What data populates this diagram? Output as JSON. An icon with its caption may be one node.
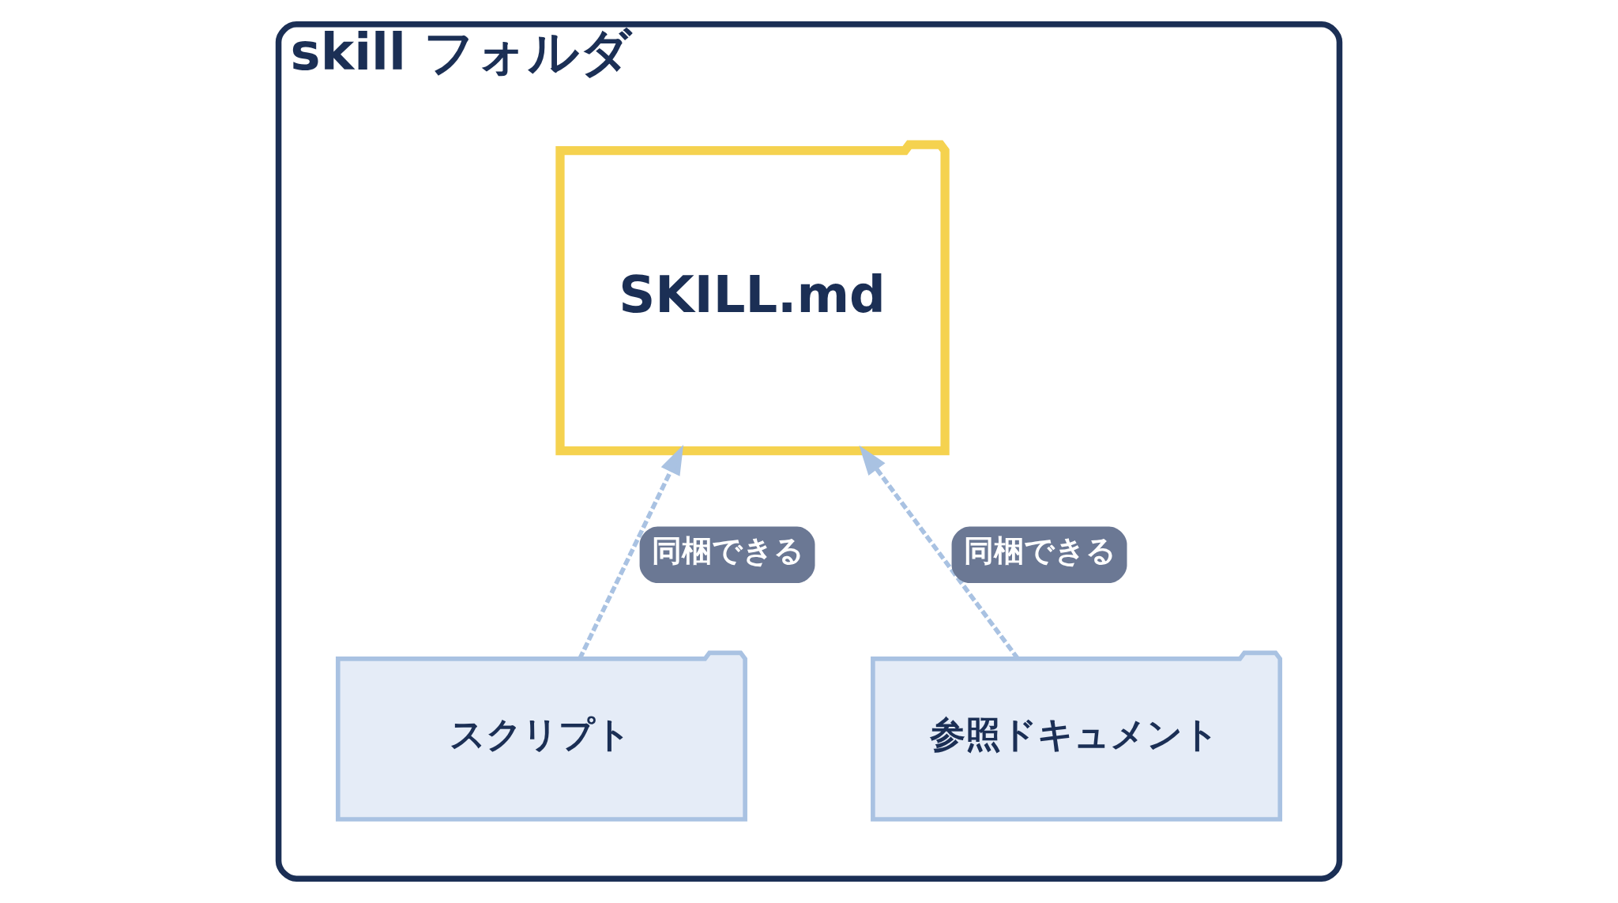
{
  "diagram": {
    "nodes": [
      {
        "text": [
          "skill フォルダ"
        ]
      },
      {
        "text": [
          "SKILL.md"
        ],
        "in": 0
      },
      {
        "text": [
          "スクリプト"
        ],
        "in": 0
      },
      {
        "text": [
          "参照ドキュメント"
        ],
        "in": 0
      }
    ],
    "edges": [
      {
        "from": 2,
        "to": 1,
        "arrow": "to",
        "label": "同梱できる",
        "style": "dashed"
      },
      {
        "from": 3,
        "to": 1,
        "arrow": "to",
        "label": "同梱できる",
        "style": "dashed"
      }
    ]
  }
}
